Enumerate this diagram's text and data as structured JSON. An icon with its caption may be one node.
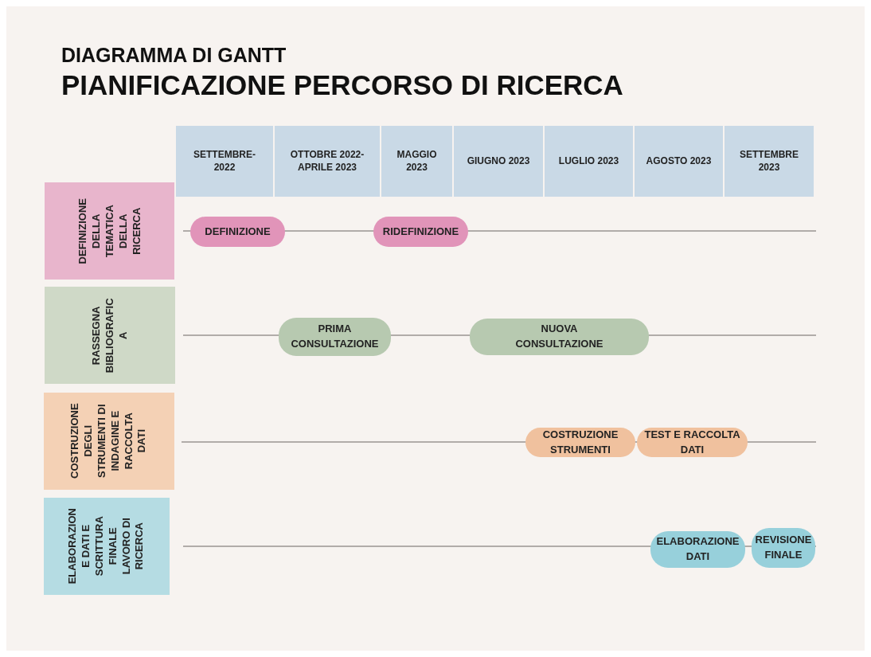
{
  "diagram": {
    "title": "DIAGRAMMA DI GANTT PIANIFICAZIONE PERCORSO DI RICERCA",
    "nodes": [
      {
        "text": [
          "SETTEMBRE-2022"
        ]
      },
      {
        "text": [
          "OTTOBRE 2022-APRILE 2023"
        ]
      },
      {
        "text": [
          "MAGGIO 2023"
        ]
      },
      {
        "text": [
          "GIUGNO 2023"
        ]
      },
      {
        "text": [
          "LUGLIO 2023"
        ]
      },
      {
        "text": [
          "AGOSTO 2023"
        ]
      },
      {
        "text": [
          "SETTEMBRE 2023"
        ]
      },
      {
        "text": [
          "DEFINIZIONE DELLA TEMATICA DELLA RICERCA"
        ]
      },
      {
        "text": [
          "DEFINIZIONE"
        ]
      },
      {
        "text": [
          "RIDEFINIZIONE"
        ]
      },
      {
        "text": [
          "RASSEGNA BIBLIOGRAFICA"
        ]
      },
      {
        "text": [
          "PRIMA CONSULTAZIONE"
        ]
      },
      {
        "text": [
          "NUOVA CONSULTAZIONE"
        ]
      },
      {
        "text": [
          "COSTRUZIONE DEGLI STRUMENTI DI INDAGINE E RACCOLTA DATI"
        ]
      },
      {
        "text": [
          "COSTRUZIONE STRUMENTI"
        ]
      },
      {
        "text": [
          "TEST E RACCOLTA DATI"
        ]
      },
      {
        "text": [
          "ELABORAZIONE DATI E SCRITTURA FINALE LAVORO DI RICERCA"
        ]
      },
      {
        "text": [
          "ELABORAZIONE DATI"
        ]
      },
      {
        "text": [
          "REVISIONE FINALE"
        ]
      }
    ]
  }
}
